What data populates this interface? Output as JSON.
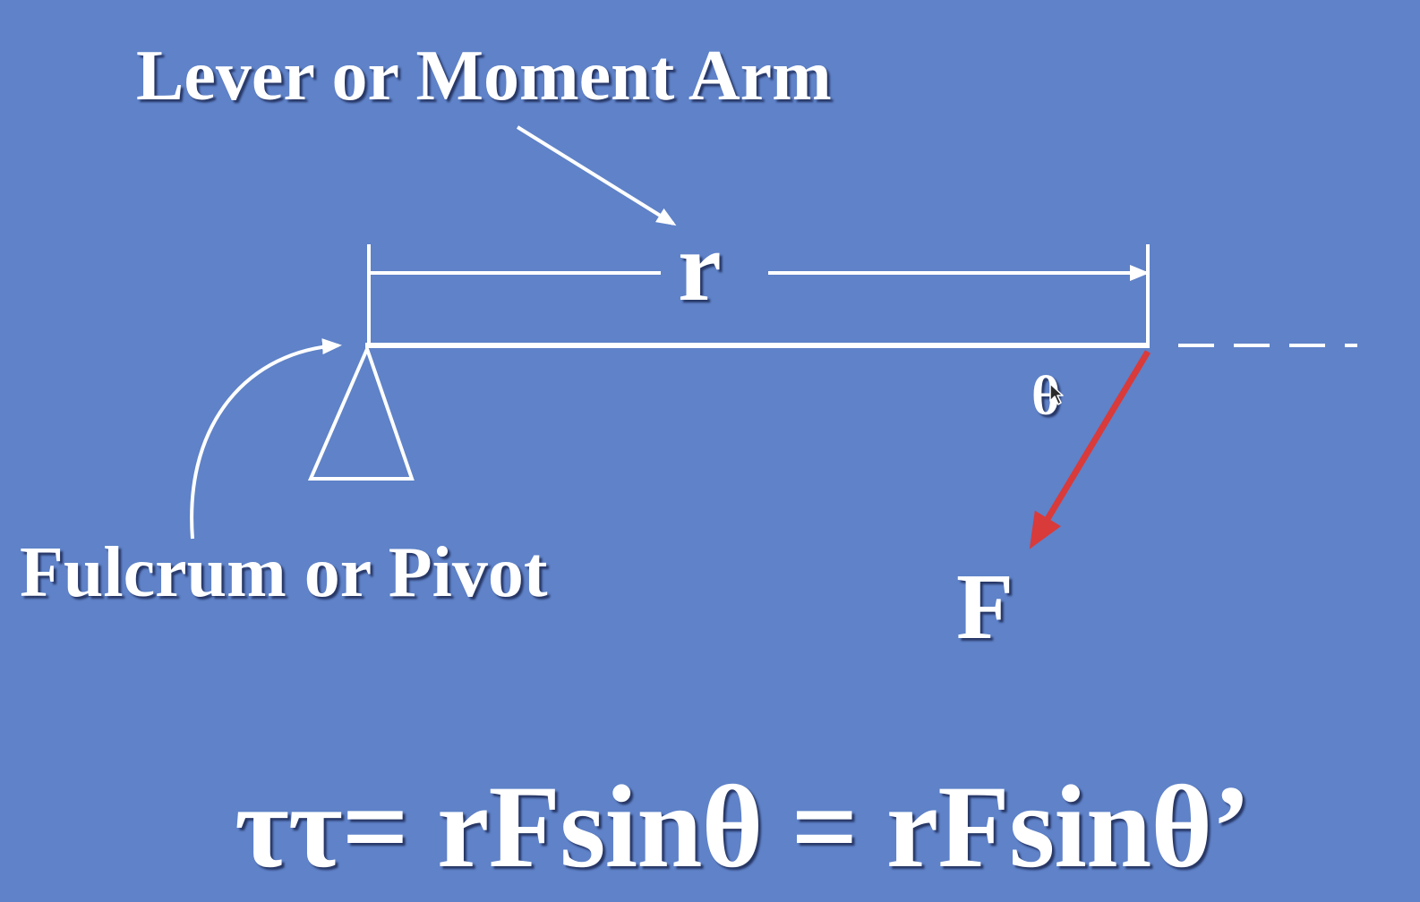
{
  "labels": {
    "moment_arm": "Lever or Moment Arm",
    "r": "r",
    "fulcrum": "Fulcrum or Pivot",
    "theta": "θ",
    "force": "F"
  },
  "equation": "ττ= rFsinθ = rFsinθ’",
  "colors": {
    "background": "#5f82c8",
    "lines": "#ffffff",
    "force_arrow": "#d93a3a"
  },
  "icons": {
    "cursor": "mouse-pointer-icon"
  }
}
